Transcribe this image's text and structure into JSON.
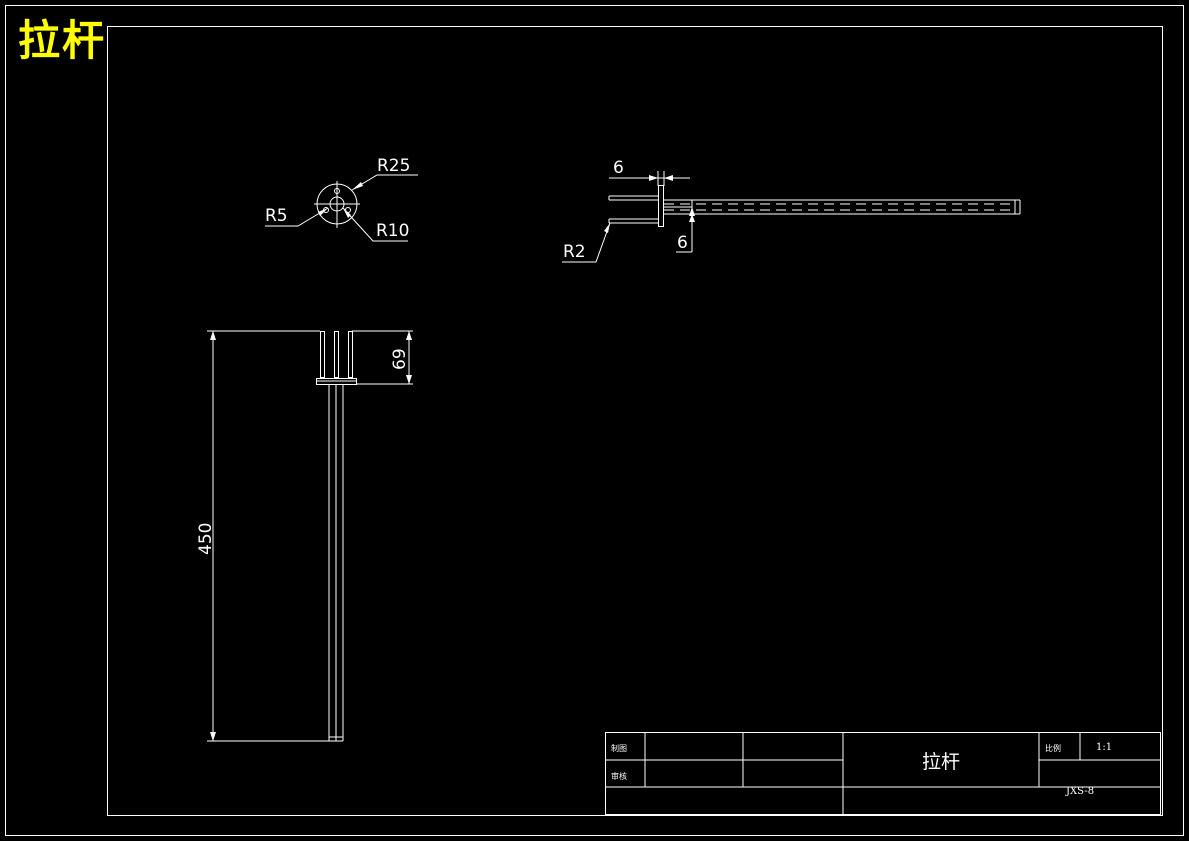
{
  "stamp_title": "拉杆",
  "top_view": {
    "dims": {
      "r25": "R25",
      "r5": "R5",
      "r10": "R10"
    }
  },
  "side_view": {
    "dims": {
      "gap_top": "6",
      "gap_bottom": "6",
      "r2": "R2"
    }
  },
  "front_view": {
    "dims": {
      "length_total": "450",
      "head_height": "69"
    }
  },
  "title_block": {
    "drawn_label": "制图",
    "checked_label": "审核",
    "part_name": "拉杆",
    "scale_label": "比例",
    "scale_value": "1:1",
    "drawing_no": "JXS-8"
  },
  "colors": {
    "background": "#000000",
    "lines": "#ffffff",
    "stamp": "#ffff00"
  }
}
